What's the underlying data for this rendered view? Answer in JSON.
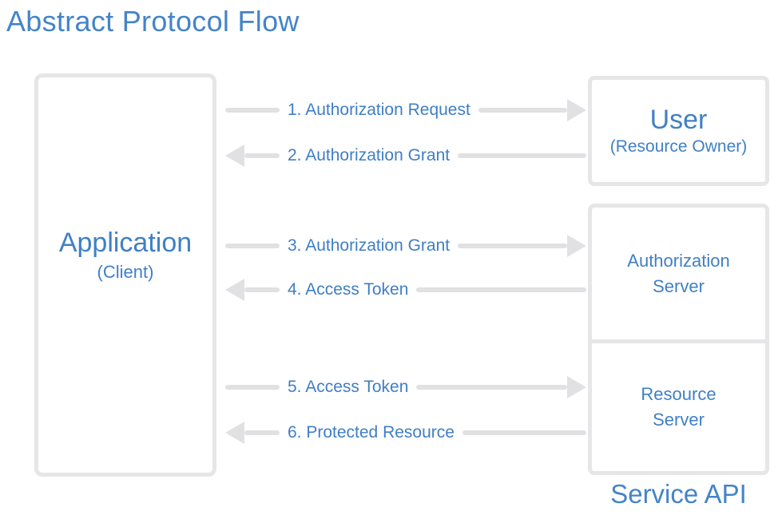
{
  "title": "Abstract Protocol Flow",
  "colors": {
    "accent_blue": "#4484c8",
    "label_blue": "#3f7ec5",
    "arrow_gray": "#e1e1e3",
    "border_gray": "#e6e6e8",
    "background": "#ffffff"
  },
  "application": {
    "name": "Application",
    "subtitle": "(Client)"
  },
  "user": {
    "name": "User",
    "subtitle": "(Resource Owner)"
  },
  "authorization_server": {
    "name": "Authorization\nServer"
  },
  "resource_server": {
    "name": "Resource\nServer"
  },
  "service_api": {
    "label": "Service API"
  },
  "arrows": [
    {
      "step": 1,
      "label": "1. Authorization Request",
      "direction": "right"
    },
    {
      "step": 2,
      "label": "2. Authorization Grant",
      "direction": "left"
    },
    {
      "step": 3,
      "label": "3. Authorization Grant",
      "direction": "right"
    },
    {
      "step": 4,
      "label": "4. Access Token",
      "direction": "left"
    },
    {
      "step": 5,
      "label": "5. Access Token",
      "direction": "right"
    },
    {
      "step": 6,
      "label": "6. Protected Resource",
      "direction": "left"
    }
  ]
}
